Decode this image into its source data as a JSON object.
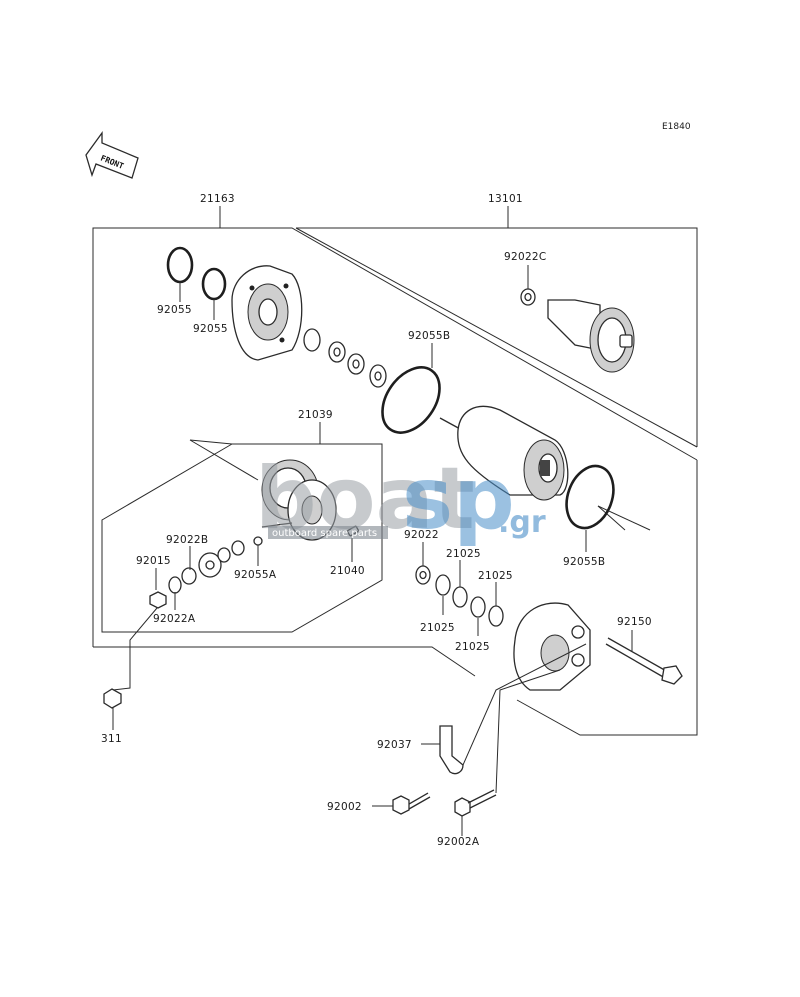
{
  "diagram": {
    "ref_code": "E1840",
    "front_label": "FRONT",
    "watermark": {
      "main_gray": "boat",
      "main_blue": "sp",
      "domain": ".gr",
      "tagline": "outboard spare parts"
    },
    "labels": {
      "p21163": "21163",
      "p13101": "13101",
      "p92022C": "92022C",
      "p92055_a": "92055",
      "p92055_b": "92055",
      "p92055B_top": "92055B",
      "p21039": "21039",
      "p92022B": "92022B",
      "p92015": "92015",
      "p92055A": "92055A",
      "p21040": "21040",
      "p92022A": "92022A",
      "p92022": "92022",
      "p21025_a": "21025",
      "p21025_b": "21025",
      "p21025_c": "21025",
      "p21025_d": "21025",
      "p92055B_bottom": "92055B",
      "p92150": "92150",
      "p311": "311",
      "p92037": "92037",
      "p92002": "92002",
      "p92002A": "92002A"
    }
  }
}
